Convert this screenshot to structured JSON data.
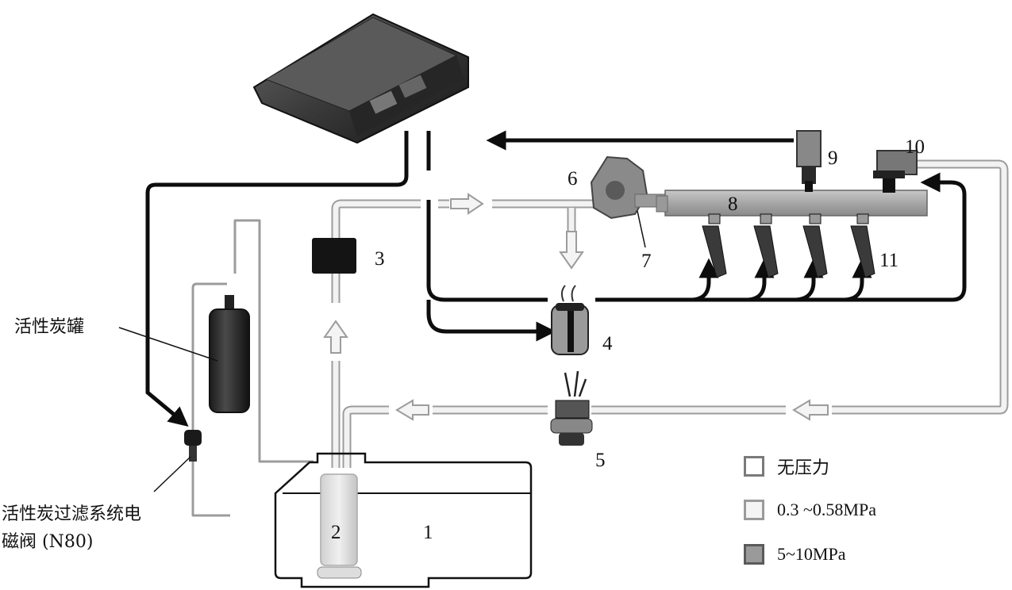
{
  "diagram": {
    "title": "Fuel injection system diagram",
    "components": [
      {
        "id": "1",
        "label": "1",
        "name": "fuel tank"
      },
      {
        "id": "2",
        "label": "2",
        "name": "fuel pump"
      },
      {
        "id": "3",
        "label": "3",
        "name": "fuel filter"
      },
      {
        "id": "4",
        "label": "4",
        "name": "solenoid"
      },
      {
        "id": "5",
        "label": "5",
        "name": "pressure regulator"
      },
      {
        "id": "6",
        "label": "6",
        "name": "high pressure pump"
      },
      {
        "id": "7",
        "label": "7",
        "name": "high pressure line"
      },
      {
        "id": "8",
        "label": "8",
        "name": "fuel rail"
      },
      {
        "id": "9",
        "label": "9",
        "name": "pressure sensor"
      },
      {
        "id": "10",
        "label": "10",
        "name": "pressure limiting valve"
      },
      {
        "id": "11",
        "label": "11",
        "name": "injectors"
      }
    ],
    "callouts": {
      "canister": "活性炭罐",
      "valve_line1": "活性炭过滤系统电",
      "valve_line2": "磁阀 (N80)"
    }
  },
  "legend": {
    "items": [
      {
        "label": "无压力",
        "fill": "#ffffff",
        "key": "no-pressure"
      },
      {
        "label": "0.3 ~0.58MPa",
        "fill": "#f4f4f4",
        "key": "low-pressure"
      },
      {
        "label": "5~10MPa",
        "fill": "#9a9a9a",
        "key": "high-pressure"
      }
    ]
  },
  "colors": {
    "signal": "#0d0d0d",
    "pipe_outline": "#9c9c9c",
    "pipe_fill": "#f2f2f2",
    "rail": "#a7a7a7",
    "component_dark": "#2a2a2a"
  }
}
